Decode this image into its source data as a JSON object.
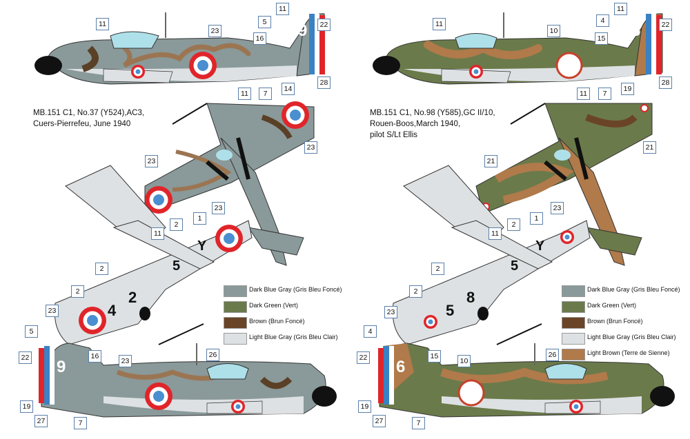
{
  "captions": {
    "left": [
      "MB.151 C1, No.37 (Y524),AC3,",
      "Cuers-Pierrefeu, June 1940"
    ],
    "right": [
      "MB.151 C1, No.98 (Y585),GC II/10,",
      "Rouen-Boos,March 1940,",
      "pilot S/Lt Ellis"
    ]
  },
  "markings": {
    "left_fin_number": "9",
    "right_fin_number": "6",
    "left_under_wing_codes": [
      "Y",
      "5",
      "2",
      "4"
    ],
    "right_under_wing_codes": [
      "Y",
      "5",
      "8",
      "5"
    ]
  },
  "legend_left": [
    {
      "label": "Dark Blue Gray (Gris Bleu Foncé)",
      "color": "#8a9999"
    },
    {
      "label": "Dark Green (Vert)",
      "color": "#6b7a4a"
    },
    {
      "label": "Brown (Brun Foncé)",
      "color": "#6a4426"
    },
    {
      "label": "Light Blue Gray (Gris Bleu Clair)",
      "color": "#dde1e3"
    }
  ],
  "legend_right": [
    {
      "label": "Dark Blue Gray (Gris Bleu Foncé)",
      "color": "#8a9999"
    },
    {
      "label": "Dark Green (Vert)",
      "color": "#6b7a4a"
    },
    {
      "label": "Brown (Brun Foncé)",
      "color": "#6a4426"
    },
    {
      "label": "Light Blue Gray (Gris Bleu Clair)",
      "color": "#dde1e3"
    },
    {
      "label": "Light Brown (Terre de Sienne)",
      "color": "#b07a4a"
    }
  ],
  "callouts_left": [
    "11",
    "23",
    "5",
    "16",
    "11",
    "22",
    "11",
    "7",
    "14",
    "28",
    "23",
    "23",
    "11",
    "2",
    "1",
    "23",
    "2",
    "2",
    "23",
    "5",
    "16",
    "22",
    "19",
    "27",
    "7",
    "23",
    "26"
  ],
  "callouts_right": [
    "11",
    "10",
    "4",
    "15",
    "11",
    "22",
    "11",
    "7",
    "19",
    "28",
    "21",
    "21",
    "11",
    "2",
    "1",
    "23",
    "2",
    "2",
    "23",
    "4",
    "15",
    "22",
    "19",
    "27",
    "7",
    "10",
    "26"
  ]
}
